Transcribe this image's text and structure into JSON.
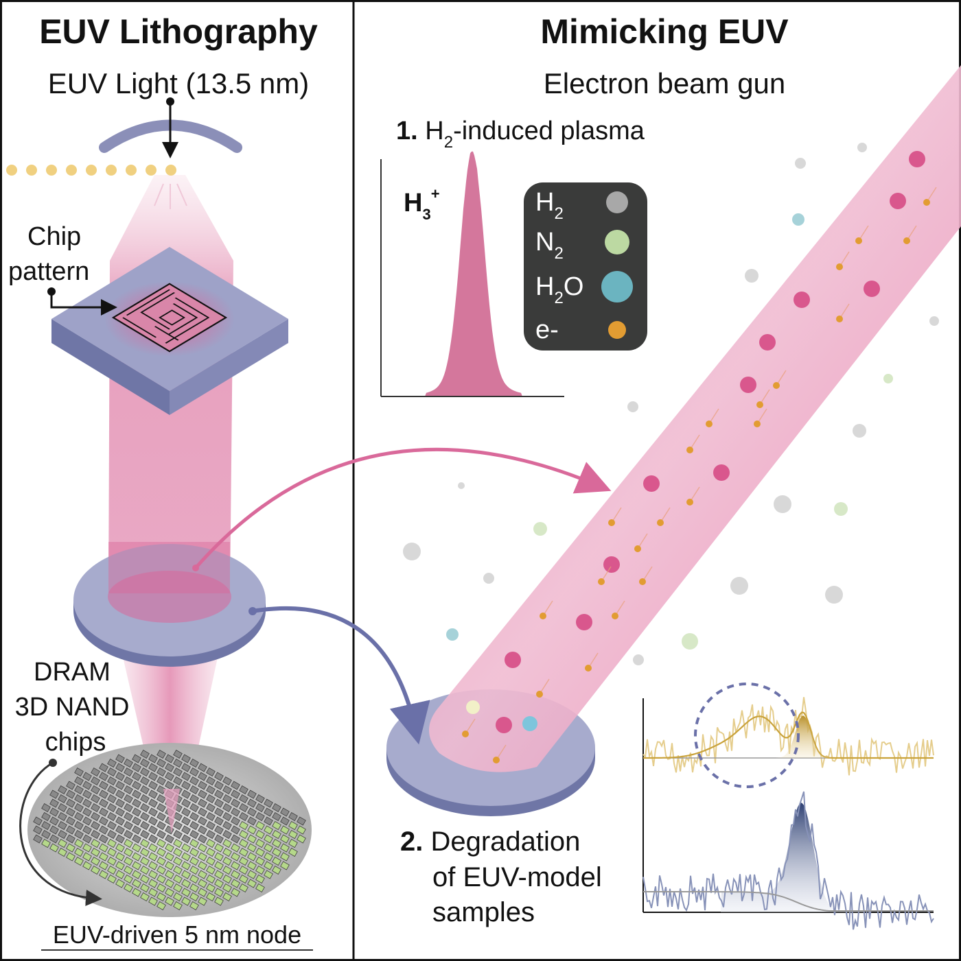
{
  "left": {
    "title": "EUV Lithography",
    "light_label": "EUV Light (13.5 nm)",
    "chip_label_1": "Chip",
    "chip_label_2": "pattern",
    "chips_label_1": "DRAM",
    "chips_label_2": "3D NAND",
    "chips_label_3": "chips",
    "node_label": "EUV-driven 5 nm node"
  },
  "right": {
    "title": "Mimicking EUV",
    "subtitle": "Electron beam gun",
    "step1_num": "1.",
    "step1_pre": "H",
    "step1_sub": "2",
    "step1_post": "-induced plasma",
    "peak_label": "H",
    "peak_sub": "3",
    "peak_sup": "+",
    "step2_num": "2.",
    "step2_line1": "Degradation",
    "step2_line2": "of EUV-model",
    "step2_line3": "samples",
    "legend": [
      {
        "base": "H",
        "sub": "2",
        "post": "",
        "color": "#a8a8a8"
      },
      {
        "base": "N",
        "sub": "2",
        "post": "",
        "color": "#bcd9a2"
      },
      {
        "base": "H",
        "sub": "2",
        "post": "O",
        "color": "#6bb4c0"
      },
      {
        "base": "e-",
        "sub": "",
        "post": "",
        "color": "#e29c32"
      }
    ]
  },
  "colors": {
    "beam": "#d4779c",
    "slab": "#8e93bd",
    "gold": "#c9a23a",
    "navy": "#3d4f80",
    "legend_bg": "#3a3b3a"
  }
}
